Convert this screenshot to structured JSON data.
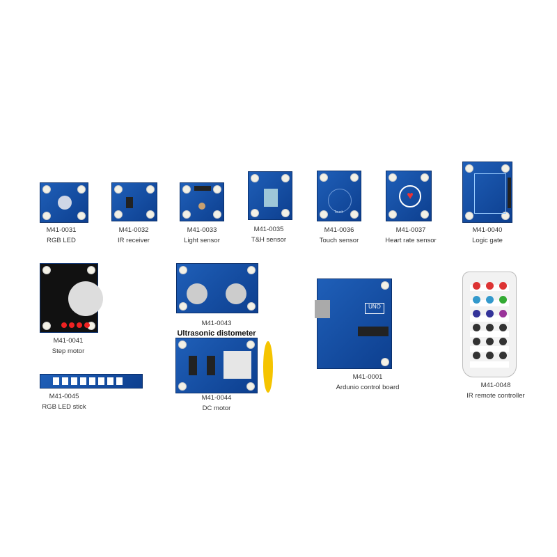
{
  "modules": [
    {
      "code": "M41-0031",
      "name": "RGB LED"
    },
    {
      "code": "M41-0032",
      "name": "IR receiver"
    },
    {
      "code": "M41-0033",
      "name": "Light sensor"
    },
    {
      "code": "M41-0035",
      "name": "T&H sensor"
    },
    {
      "code": "M41-0036",
      "name": "Touch sensor"
    },
    {
      "code": "M41-0037",
      "name": "Heart rate sensor"
    },
    {
      "code": "M41-0040",
      "name": "Logic gate"
    },
    {
      "code": "M41-0041",
      "name": "Step motor"
    },
    {
      "code": "M41-0043",
      "name": "Ultrasonic distometer"
    },
    {
      "code": "M41-0044",
      "name": "DC motor"
    },
    {
      "code": "M41-0045",
      "name": "RGB LED stick"
    },
    {
      "code": "M41-0001",
      "name": "Ardunio control board"
    },
    {
      "code": "M41-0048",
      "name": "IR remote controller"
    }
  ],
  "colors": {
    "pcb": "#1f5fb8",
    "step_board": "#111111",
    "propeller": "#f5c400"
  },
  "board_marks": {
    "touch": "Touch",
    "uno": "UNO"
  }
}
